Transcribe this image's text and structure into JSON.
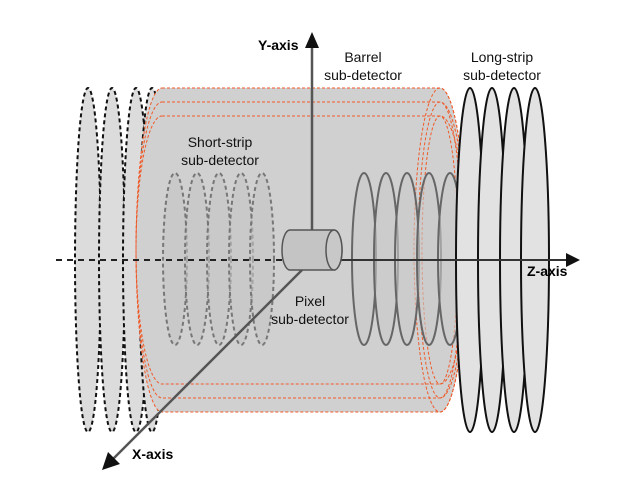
{
  "labels": {
    "y_axis": "Y-axis",
    "z_axis": "Z-axis",
    "x_axis": "X-axis",
    "barrel_line1": "Barrel",
    "barrel_line2": "sub-detector",
    "long_strip_line1": "Long-strip",
    "long_strip_line2": "sub-detector",
    "short_strip_line1": "Short-strip",
    "short_strip_line2": "sub-detector",
    "pixel_line1": "Pixel",
    "pixel_line2": "sub-detector"
  },
  "colors": {
    "barrel_fill": "#d0d0d0",
    "barrel_outline": "#f05a28",
    "disk_fill": "#d8d8d8",
    "short_strip_stroke": "#777777",
    "axis": "#222222"
  }
}
